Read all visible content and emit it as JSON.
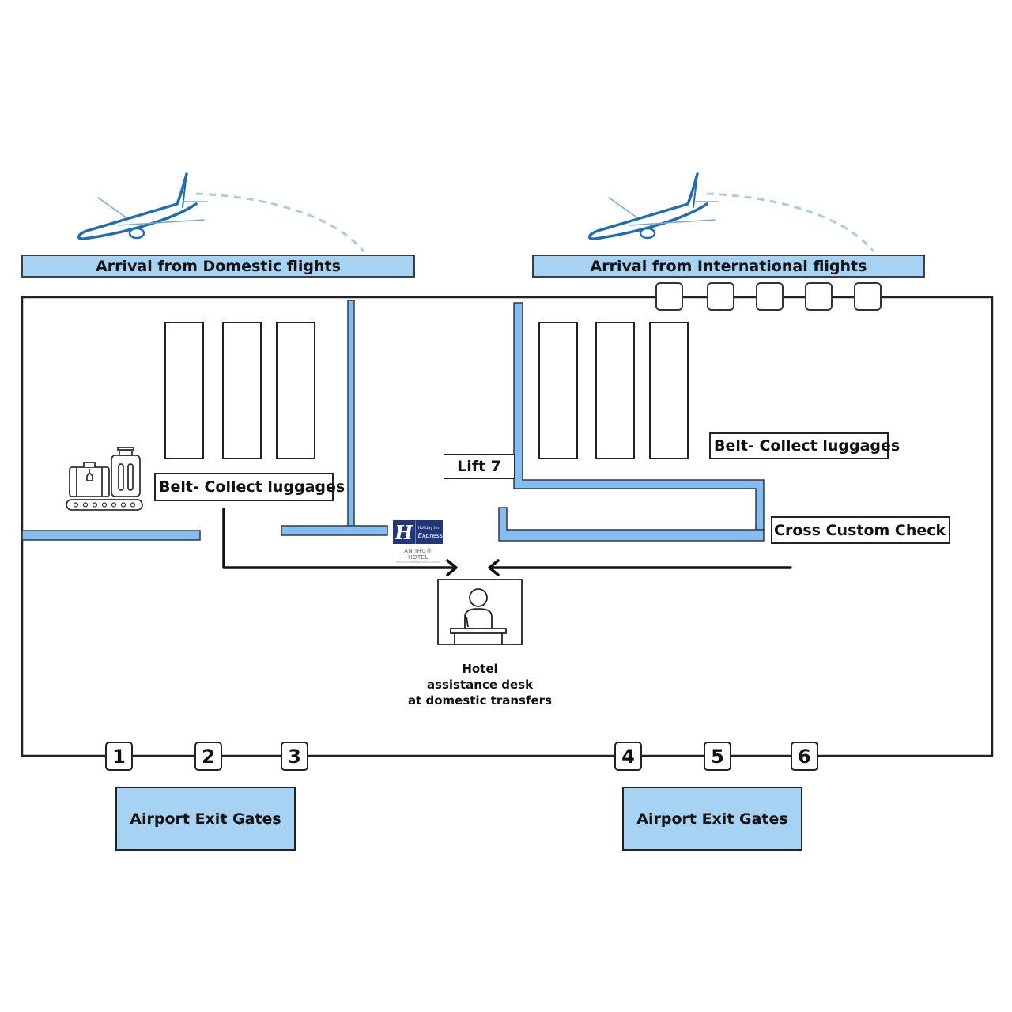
{
  "diagram": {
    "title": "Airport arrival layout - hotel assistance desk",
    "colors": {
      "wall_blue": "#84bdee",
      "banner_blue": "#a6d2f3",
      "plane_blue": "#1f6db3",
      "trail_blue": "#a9cde6",
      "logo_navy": "#22367a",
      "line_dark": "#222222"
    },
    "banners": {
      "domestic": "Arrival from Domestic flights",
      "international": "Arrival from International flights"
    },
    "icons": {
      "plane_left": "airplane-icon",
      "plane_right": "airplane-icon",
      "luggage": "luggage-conveyor-icon",
      "desk": "reception-desk-icon",
      "hotel_logo": "holiday-inn-express-logo"
    },
    "labels": {
      "belt_left": "Belt- Collect luggages",
      "belt_right": "Belt- Collect luggages",
      "lift": "Lift 7",
      "customs": "Cross Custom Check"
    },
    "hotel_logo": {
      "mark": "H",
      "brand_line1": "Holiday Inn",
      "brand_line2": "Express",
      "tagline": "AN IHG® HOTEL",
      "sub": "NEW DELHI INTERNATIONAL AIRPORT"
    },
    "desk_caption": {
      "line1": "Hotel",
      "line2": "assistance desk",
      "line3": "at domestic transfers"
    },
    "top_gates_count": 5,
    "exit_gates": [
      {
        "number": "1"
      },
      {
        "number": "2"
      },
      {
        "number": "3"
      },
      {
        "number": "4"
      },
      {
        "number": "5"
      },
      {
        "number": "6"
      }
    ],
    "exit_boxes": {
      "left": "Airport Exit Gates",
      "right": "Airport Exit Gates"
    },
    "baggage_belts": {
      "domestic_count": 3,
      "international_count": 3
    }
  }
}
